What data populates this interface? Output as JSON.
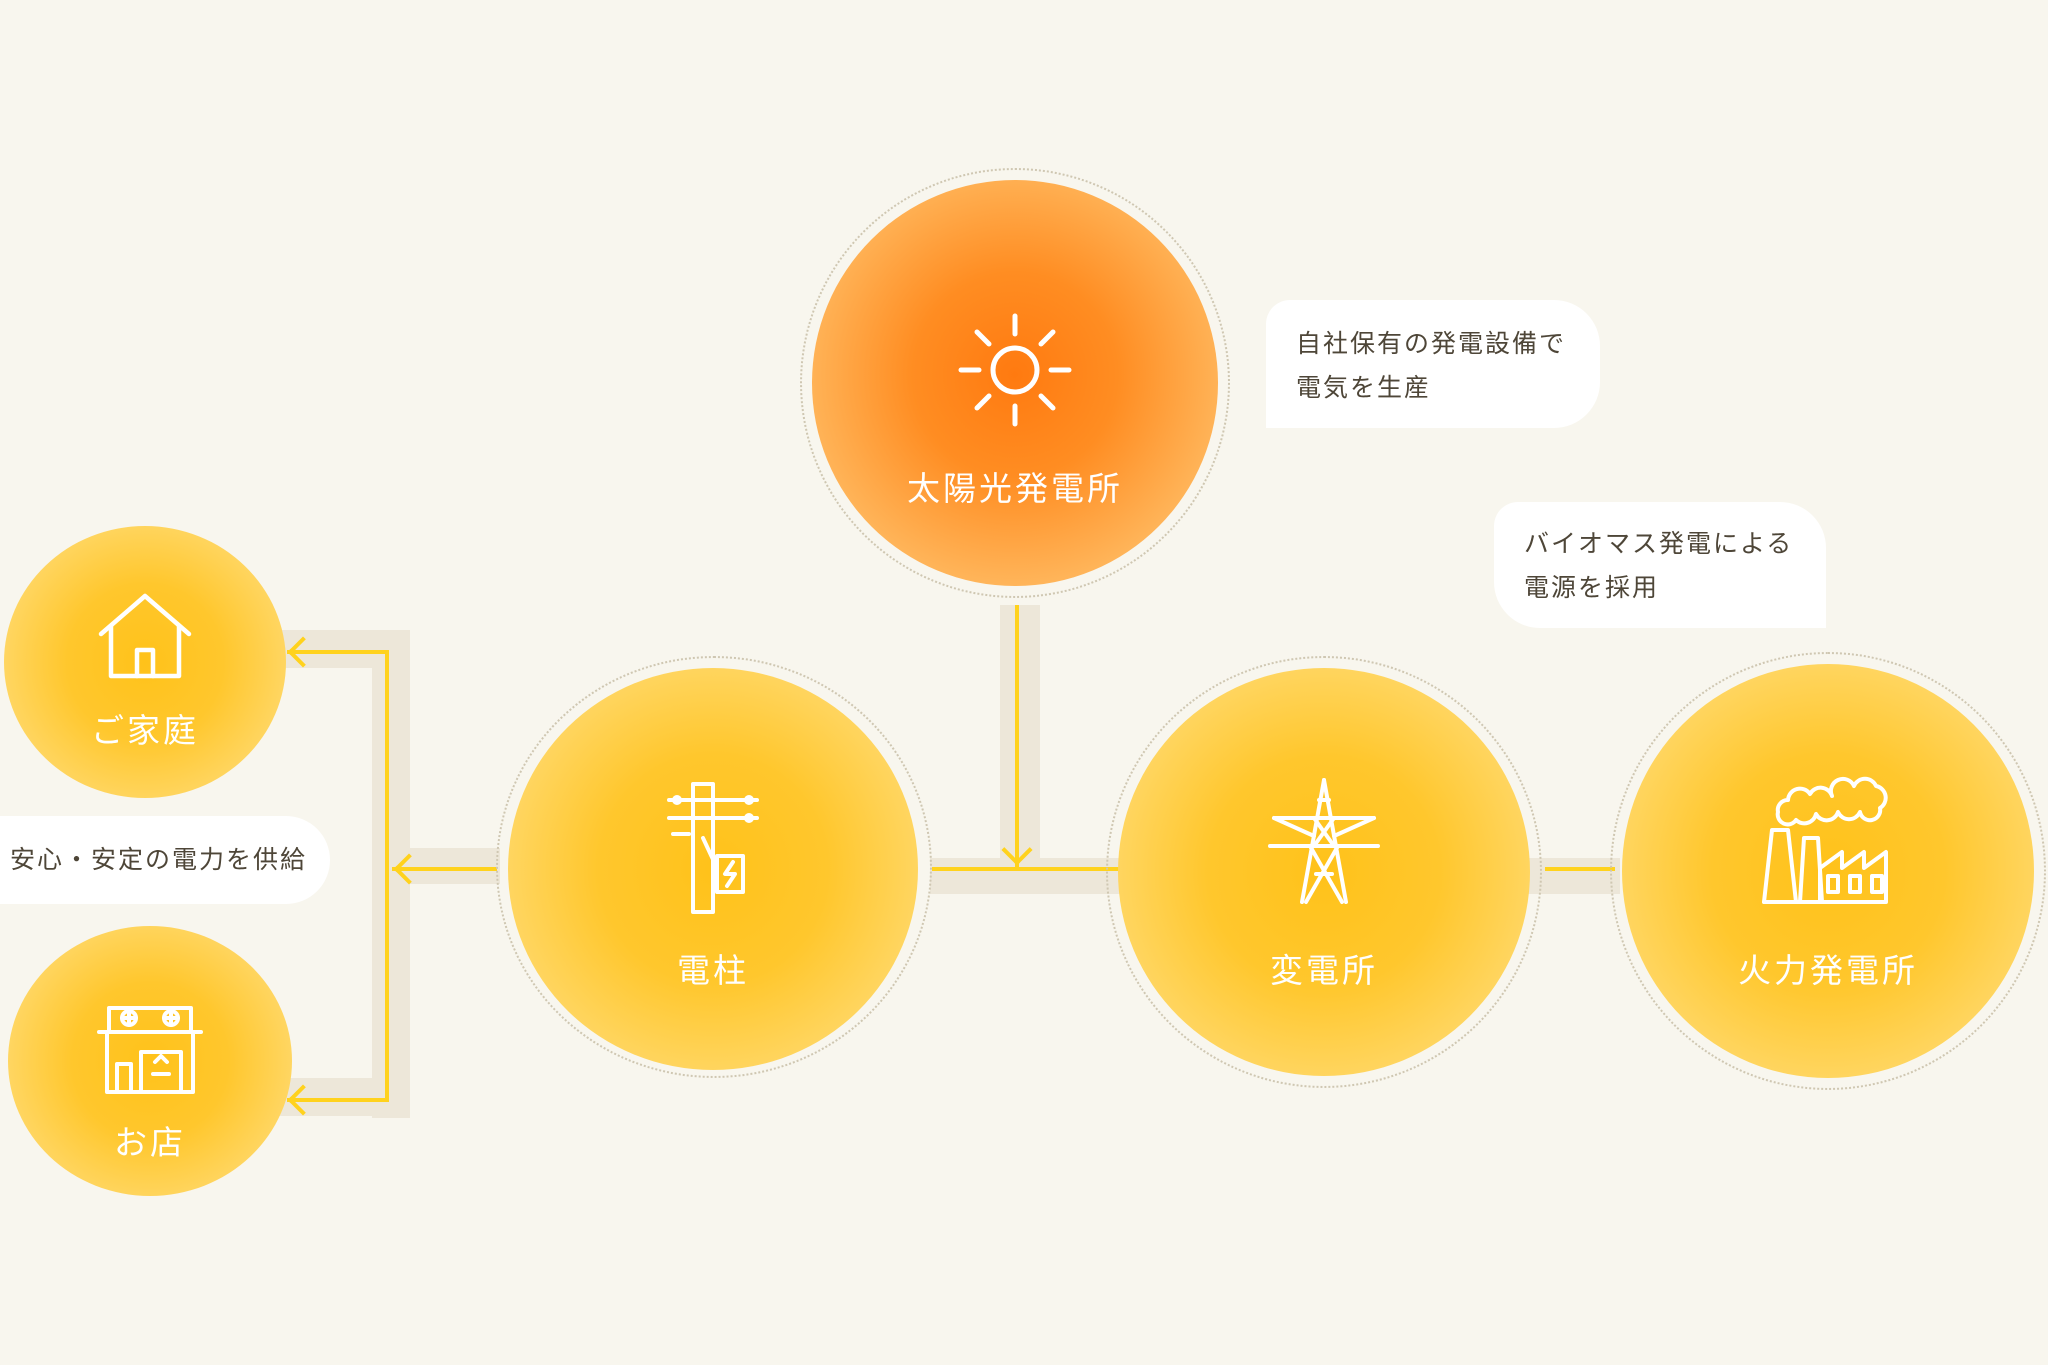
{
  "nodes": {
    "solar": {
      "label": "太陽光発電所",
      "icon": "sun-icon",
      "color": "#ff7a10"
    },
    "pole": {
      "label": "電柱",
      "icon": "utility-pole-icon",
      "color": "#ffc21a"
    },
    "substation": {
      "label": "変電所",
      "icon": "transmission-tower-icon",
      "color": "#ffc21a"
    },
    "thermal": {
      "label": "火力発電所",
      "icon": "factory-icon",
      "color": "#ffc21a"
    },
    "home": {
      "label": "ご家庭",
      "icon": "house-icon",
      "color": "#ffc21a"
    },
    "shop": {
      "label": "お店",
      "icon": "shop-icon",
      "color": "#ffc21a"
    }
  },
  "callouts": {
    "solar_note": {
      "line1": "自社保有の発電設備で",
      "line2": "電気を生産"
    },
    "biomass_note": {
      "line1": "バイオマス発電による",
      "line2": "電源を採用"
    },
    "supply_note": {
      "text": "安心・安定の電力を供給"
    }
  },
  "colors": {
    "background": "#f8f6ee",
    "connector": "#ffd21d",
    "connector_shadow": "#ede7d9",
    "label_text": "#ffffff",
    "callout_text": "#4e4638"
  }
}
